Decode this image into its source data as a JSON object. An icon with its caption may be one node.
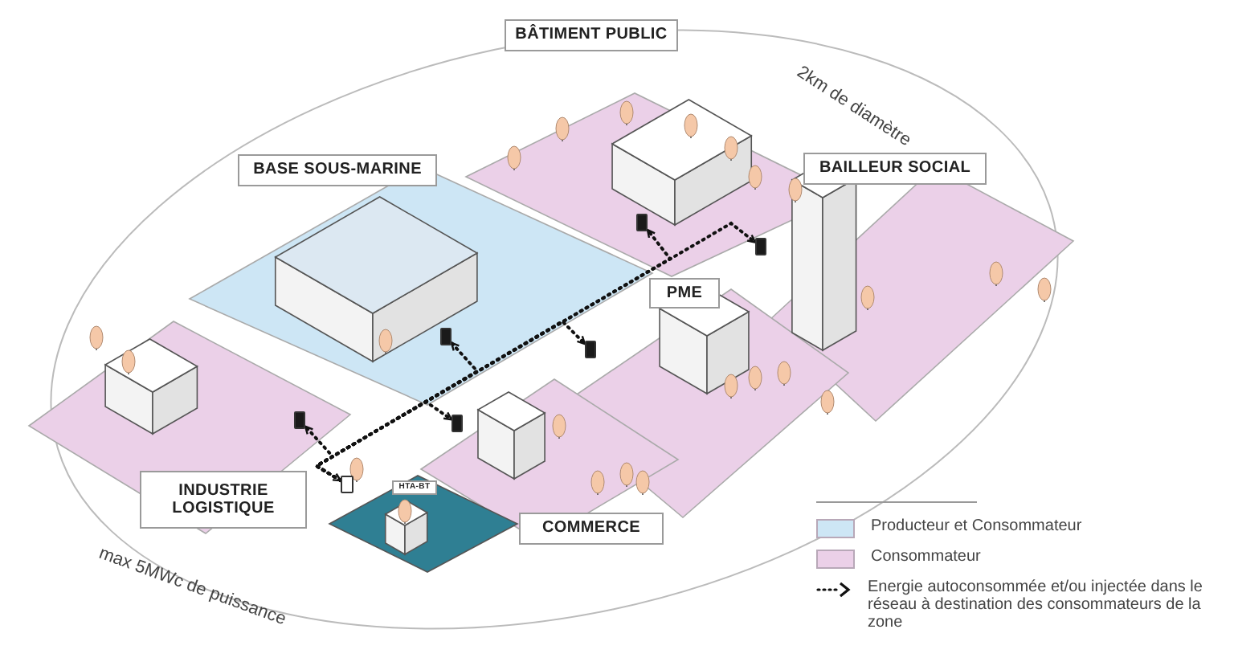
{
  "diagram": {
    "nodes": [
      {
        "text": [
          "BÂTIMENT PUBLIC"
        ]
      },
      {
        "text": [
          "BASE SOUS-MARINE"
        ]
      },
      {
        "text": [
          "BAILLEUR SOCIAL"
        ]
      },
      {
        "text": [
          "PME"
        ]
      },
      {
        "text": [
          "INDUSTRIE LOGISTIQUE"
        ]
      },
      {
        "text": [
          "COMMERCE"
        ]
      },
      {
        "text": [
          "HTA-BT"
        ]
      },
      {
        "text": [],
        "shape": "box"
      },
      {
        "text": [],
        "shape": "box"
      },
      {
        "text": [],
        "shape": "box"
      },
      {
        "text": [],
        "shape": "box"
      },
      {
        "text": [],
        "shape": "box"
      },
      {
        "text": [],
        "shape": "box"
      },
      {
        "text": [],
        "shape": "box"
      }
    ],
    "edges": [
      {
        "from": 7,
        "to": 8,
        "arrow": "to"
      },
      {
        "from": 7,
        "to": 9,
        "arrow": "both"
      },
      {
        "from": 7,
        "to": 10,
        "arrow": "to"
      },
      {
        "from": 7,
        "to": 11,
        "arrow": "to"
      },
      {
        "from": 7,
        "to": 12,
        "arrow": "to"
      },
      {
        "from": 7,
        "to": 13,
        "arrow": "to"
      }
    ],
    "labels": [
      "2km de diamètre",
      "max 5MWc de puissance"
    ],
    "legend": [
      {
        "text": "Producteur et Consommateur",
        "color": "#cde6f5"
      },
      {
        "text": "Consommateur",
        "color": "#ebd0e8"
      },
      {
        "text": "Energie autoconsommée et/ou injectée dans le réseau à destination des consommateurs de la zone"
      }
    ]
  }
}
